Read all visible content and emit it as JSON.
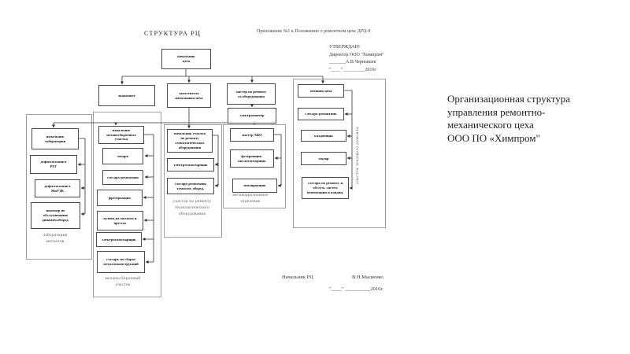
{
  "header": {
    "title": "СТРУКТУРА  РЦ",
    "annex": "Приложение №1 к Положению о ремонтном цехе ДРЦ-8",
    "approval": {
      "line1": "УТВЕРЖДАЮ",
      "line2": "Директор ООО \"Химпром\"",
      "line3": "_______А.В.Чернышев",
      "line4": "\"____\" _________2016г"
    }
  },
  "org": {
    "root": "начальник\nцеха",
    "economist": "экономист",
    "deputy": "заместитель\nначальника цеха",
    "master_el": "мастер по ремонту\nэл.оборудования",
    "electrician": "электромонтёр",
    "lab": {
      "title": "лаборатория\nметаллов",
      "nodes": [
        "начальник\nлаборатории",
        "дефектоскопист\nРГГ",
        "дефектоскопист\nМиУЗК",
        "инженер по\nобслуживанию\nдинамич.оборуд."
      ]
    },
    "mech": {
      "title": "механосборочный\nучасток",
      "nodes": [
        "начальник\nмеханосборочного\nучастка",
        "токарь",
        "слесарь-ремонтник",
        "фрезеровщик",
        "кузнец на молотах и\nпрессах",
        "электрогазосварщик",
        "слесарь по сборке\nметаллоконструкций"
      ]
    },
    "tech": {
      "title": "участок по ремонту\nтехнологического\nоборудования",
      "nodes": [
        "начальник участка\nпо ремонту\nтехнологического\nоборудования",
        "электрогазосварщик",
        "слесарь-ремонтник\nтехнолог. оборуд."
      ]
    },
    "anticorr": {
      "title": "антикоррозионное\nотделение",
      "nodes": [
        "мастер АКО",
        "футеровщик-\nкислотоупорщик",
        "изолировщик"
      ]
    },
    "current": {
      "title": "участок текущего ремонта",
      "nodes": [
        "механик цеха",
        "слесарь-ремонтник",
        "кладовщик",
        "маляр",
        "слесарь по ремонту и\nобслуж. систем\nвентиляции и кондиц."
      ]
    }
  },
  "caption": "Организационная структура\nуправления ремонтно-\nмеханического цеха\nООО ПО «Химпром\"",
  "footer": {
    "position": "Начальник  РЦ",
    "name": "В.Н.Масиенко",
    "date": "\"____\" __________2016г."
  },
  "colors": {
    "node_border": "#4a4a4a",
    "group_border": "#9f9f9f",
    "line": "#333333",
    "text": "#1a1a1a"
  }
}
